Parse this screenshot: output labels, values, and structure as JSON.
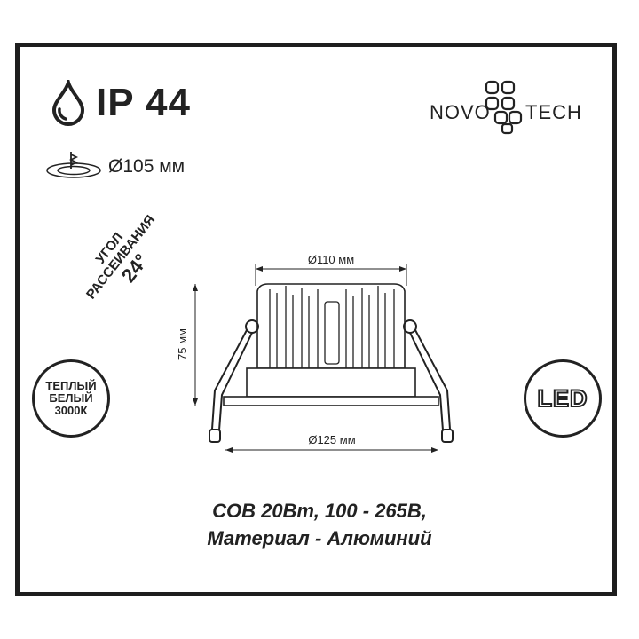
{
  "protection": {
    "rating": "IP 44",
    "icon": "water-drop-icon"
  },
  "cutout": {
    "icon": "ceiling-cutout-icon",
    "text": "Ø105 мм"
  },
  "brand": {
    "name_left": "NOVO",
    "name_right": "TECH",
    "logo_icon": "novotech-knot-icon"
  },
  "beam_angle": {
    "line1": "УГОЛ",
    "line2": "РАССЕИВАНИЯ",
    "value": "24°"
  },
  "color_temp": {
    "line1": "ТЕПЛЫЙ",
    "line2": "БЕЛЫЙ",
    "line3": "3000К"
  },
  "led_badge": {
    "text": "LED"
  },
  "dimensions": {
    "top_width": "Ø110 мм",
    "height": "75 мм",
    "bottom_width": "Ø125 мм"
  },
  "specs": {
    "line1": "СОВ 20Вт, 100 - 265В,",
    "line2": "Материал - Алюминий"
  },
  "colors": {
    "ink": "#222222",
    "frame": "#1e1e1e",
    "background": "#ffffff"
  }
}
